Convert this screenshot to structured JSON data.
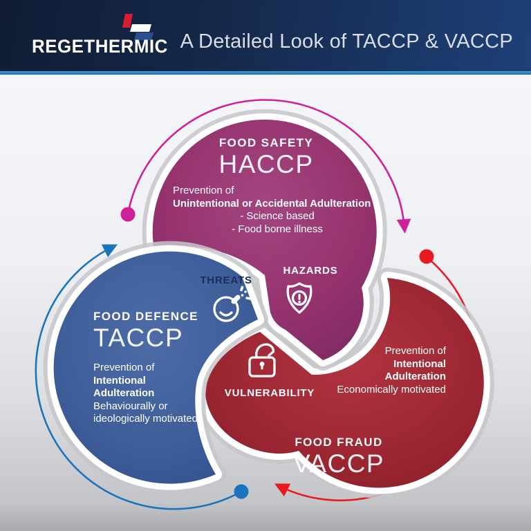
{
  "header": {
    "logo": "REGETHERMIC",
    "title": "A Detailed Look of TACCP & VACCP"
  },
  "circles": {
    "haccp": {
      "category": "FOOD SAFETY",
      "acronym": "HACCP",
      "line1": "Prevention of",
      "line2": "Unintentional or Accidental Adulteration",
      "bullet1": "- Science based",
      "bullet2": "- Food borne illness",
      "color": "#96336f"
    },
    "taccp": {
      "category": "FOOD DEFENCE",
      "acronym": "TACCP",
      "line1": "Prevention of",
      "line2": "Intentional",
      "line3": "Adulteration",
      "line4": "Behaviourally or",
      "line5": "ideologically motivated",
      "color": "#3f5f9b"
    },
    "vaccp": {
      "category": "FOOD FRAUD",
      "acronym": "VACCP",
      "line1": "Prevention of",
      "line2": "Intentional",
      "line3": "Adulteration",
      "line4": "Economically motivated",
      "color": "#9c2733"
    }
  },
  "center": {
    "threats": "THREATS",
    "hazards": "HAZARDS",
    "vulnerability": "VULNERABILITY"
  },
  "icons": {
    "threats": "bomb-icon",
    "hazards": "shield-alert-icon",
    "vulnerability": "open-padlock-icon"
  },
  "colors": {
    "header_navy": "#16284d",
    "accent_line_blue": "#2b83c6",
    "arrow_pink": "#cf1f9b",
    "arrow_red": "#e8191f",
    "arrow_blue": "#1a74bb",
    "threats_text_navy": "#1d2c5a",
    "background_gray": "#e9eaee"
  }
}
